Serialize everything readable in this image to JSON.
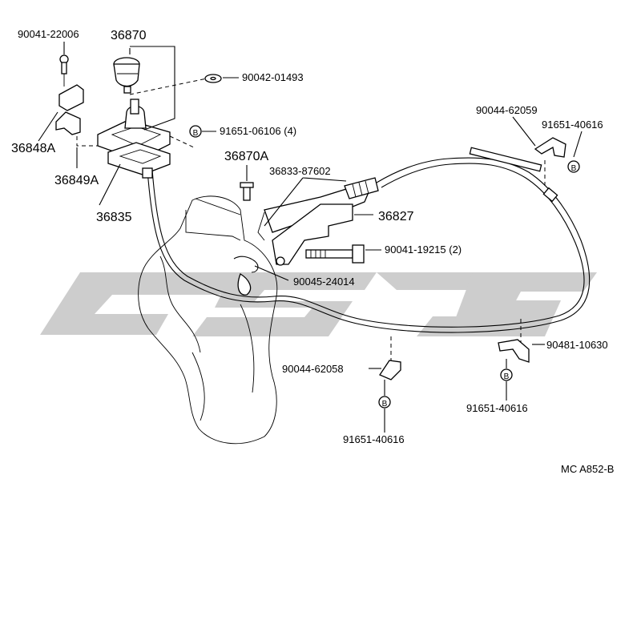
{
  "diagram_code": "MC A852-B",
  "watermark_text": "",
  "bolt_marker": "B",
  "labels": {
    "p90041_22006": "90041-22006",
    "p36870": "36870",
    "p90042_01493": "90042-01493",
    "p36848A": "36848A",
    "p36849A": "36849A",
    "p36835": "36835",
    "p91651_06106": "91651-06106 (4)",
    "p36870A": "36870A",
    "p36833_87602": "36833-87602",
    "p36827": "36827",
    "p90041_19215": "90041-19215 (2)",
    "p90045_24014": "90045-24014",
    "p90044_62059": "90044-62059",
    "p91651_40616_top": "91651-40616",
    "p90481_10630": "90481-10630",
    "p90044_62058": "90044-62058",
    "p91651_40616_right": "91651-40616",
    "p91651_40616_bottom": "91651-40616"
  },
  "colors": {
    "line": "#000000",
    "watermark": "#c8c8c8"
  }
}
